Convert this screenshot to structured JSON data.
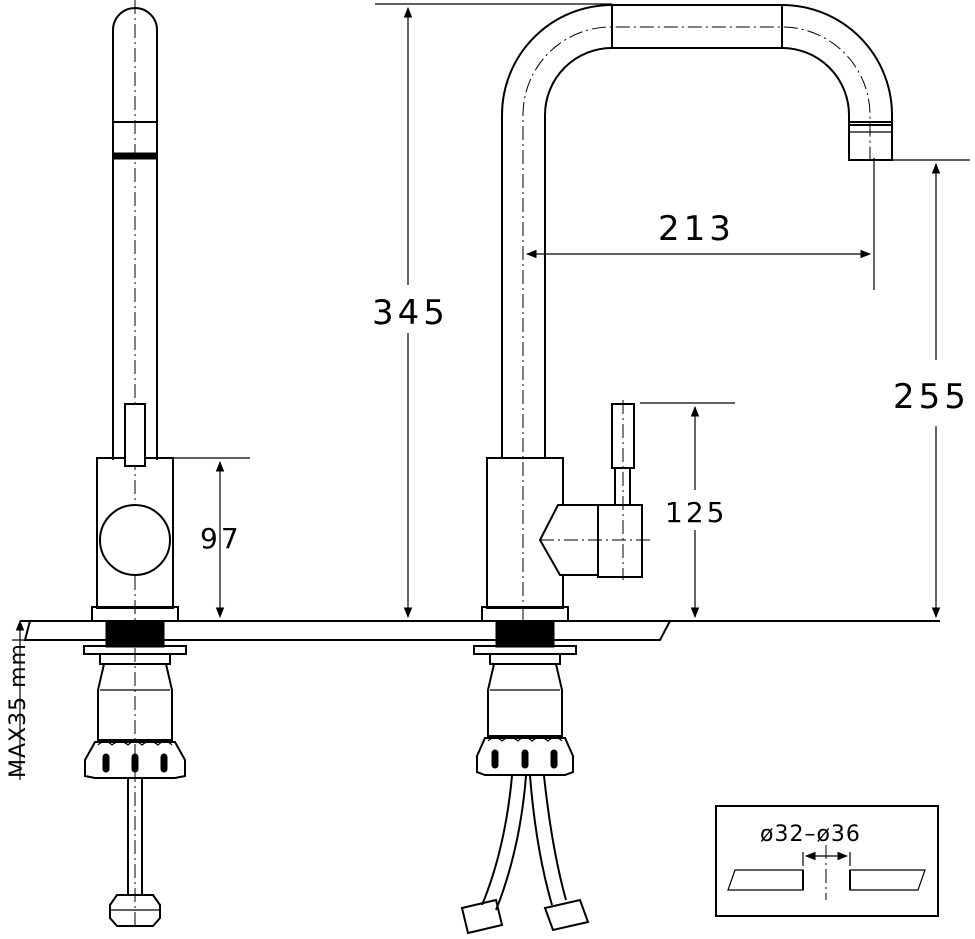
{
  "dimensions": {
    "overall_height": "345",
    "spout_reach": "213",
    "spout_outlet_height": "255",
    "handle_height": "125",
    "body_height": "97",
    "max_deck_thickness": "MAX35 mm"
  },
  "inset": {
    "hole_diameter": "ø32–ø36"
  }
}
